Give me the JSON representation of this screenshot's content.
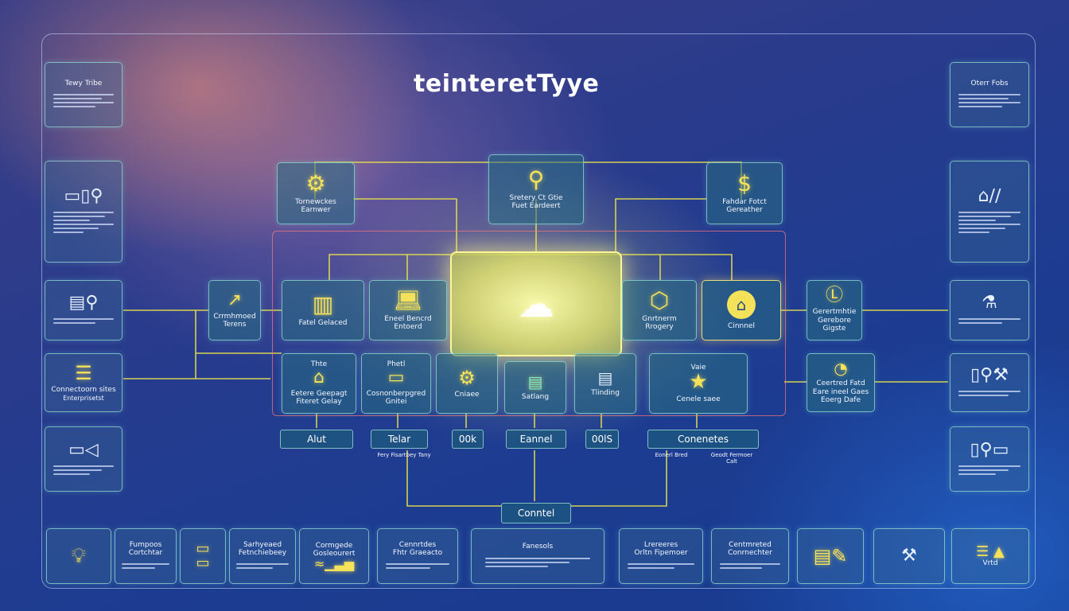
{
  "title": "teinteretTyye",
  "left_panels": {
    "top": {
      "title": "Tewy Tribe"
    },
    "mid1_icon": "document-icons",
    "mid2_icon": "document-search-icon",
    "mid3_icon": "stack-icon",
    "mid3_label": "Connectoorn sites",
    "mid3_sub": "Enterprisetst",
    "mid4_icon": "plug-icon"
  },
  "right_panels": {
    "top": {
      "title": "Oterr Fobs"
    }
  },
  "top_nodes": {
    "left": {
      "label": "Tornewckes",
      "sub": "Earnwer"
    },
    "center": {
      "label": "Sretery Ct Gtie",
      "sub": "Fuet Eardeert"
    },
    "right": {
      "label": "Fahdar Fotct",
      "sub": "Gereather"
    }
  },
  "side_nodes": {
    "left": {
      "label": "Crrmhmoed",
      "sub": "Terens"
    },
    "right": {
      "label": "Gerertmhtie",
      "sub": "Gerebore Gigste"
    }
  },
  "inner_nodes": {
    "r1a": {
      "label": "Fatel Gelaced"
    },
    "r1b": {
      "label": "Eneel Bencrd",
      "sub": "Entoerd"
    },
    "r1c": {
      "label": "Gnrtnerm",
      "sub": "Rrogery"
    },
    "r1d": {
      "label": "Cinnnel"
    },
    "r2a": {
      "head": "Thte",
      "label": "Eetere Geepagt",
      "sub": "Fiteret Gelay"
    },
    "r2b": {
      "head": "Phetl",
      "label": "Cosnonberpgred",
      "sub": "Gnitei"
    },
    "r2c": {
      "label": "Cniaee"
    },
    "r2d": {
      "label": "Satlang"
    },
    "r2e": {
      "label": "Tlinding"
    },
    "r2f": {
      "head": "Vaie",
      "label": "Cenele saee"
    }
  },
  "right_nodes": {
    "a": {
      "label": "Ceertred Fatd",
      "sub": "Eare ineel Gaes",
      "extra": "Eoerg Dafe"
    }
  },
  "pills": {
    "p1": "Alut",
    "p2": "Telar",
    "p3": "00k",
    "p4": "Eannel",
    "p5": "00lS",
    "p6": "Conenetes",
    "sub1": "Fery Fisartbey Tany",
    "sub2": "Eonerl Bred",
    "sub3": "Geodt Fermoer Calt",
    "bottom": "Conntel"
  },
  "bottom_row": [
    {
      "icon": "lightbulb-icon"
    },
    {
      "label": "Fumpoos",
      "sub": "Cortchtar"
    },
    {
      "icon": "cards-icon"
    },
    {
      "label": "Sarhyeaed",
      "sub": "Fetnchiebeey"
    },
    {
      "label": "Cormgede",
      "sub": "Gosleourert"
    },
    {
      "label": "Cennrtdes",
      "sub": "Fhtr Graeacto"
    },
    {
      "label": "Fanesols"
    },
    {
      "label": "Lrereeres",
      "sub": "Orltn Fipemoer"
    },
    {
      "label": "Centmreted",
      "sub": "Conrnechter"
    },
    {
      "icon": "document-pen-icon"
    },
    {
      "icon": "tools-icon"
    },
    {
      "icon": "list-icon",
      "label": "Vrtd"
    }
  ]
}
